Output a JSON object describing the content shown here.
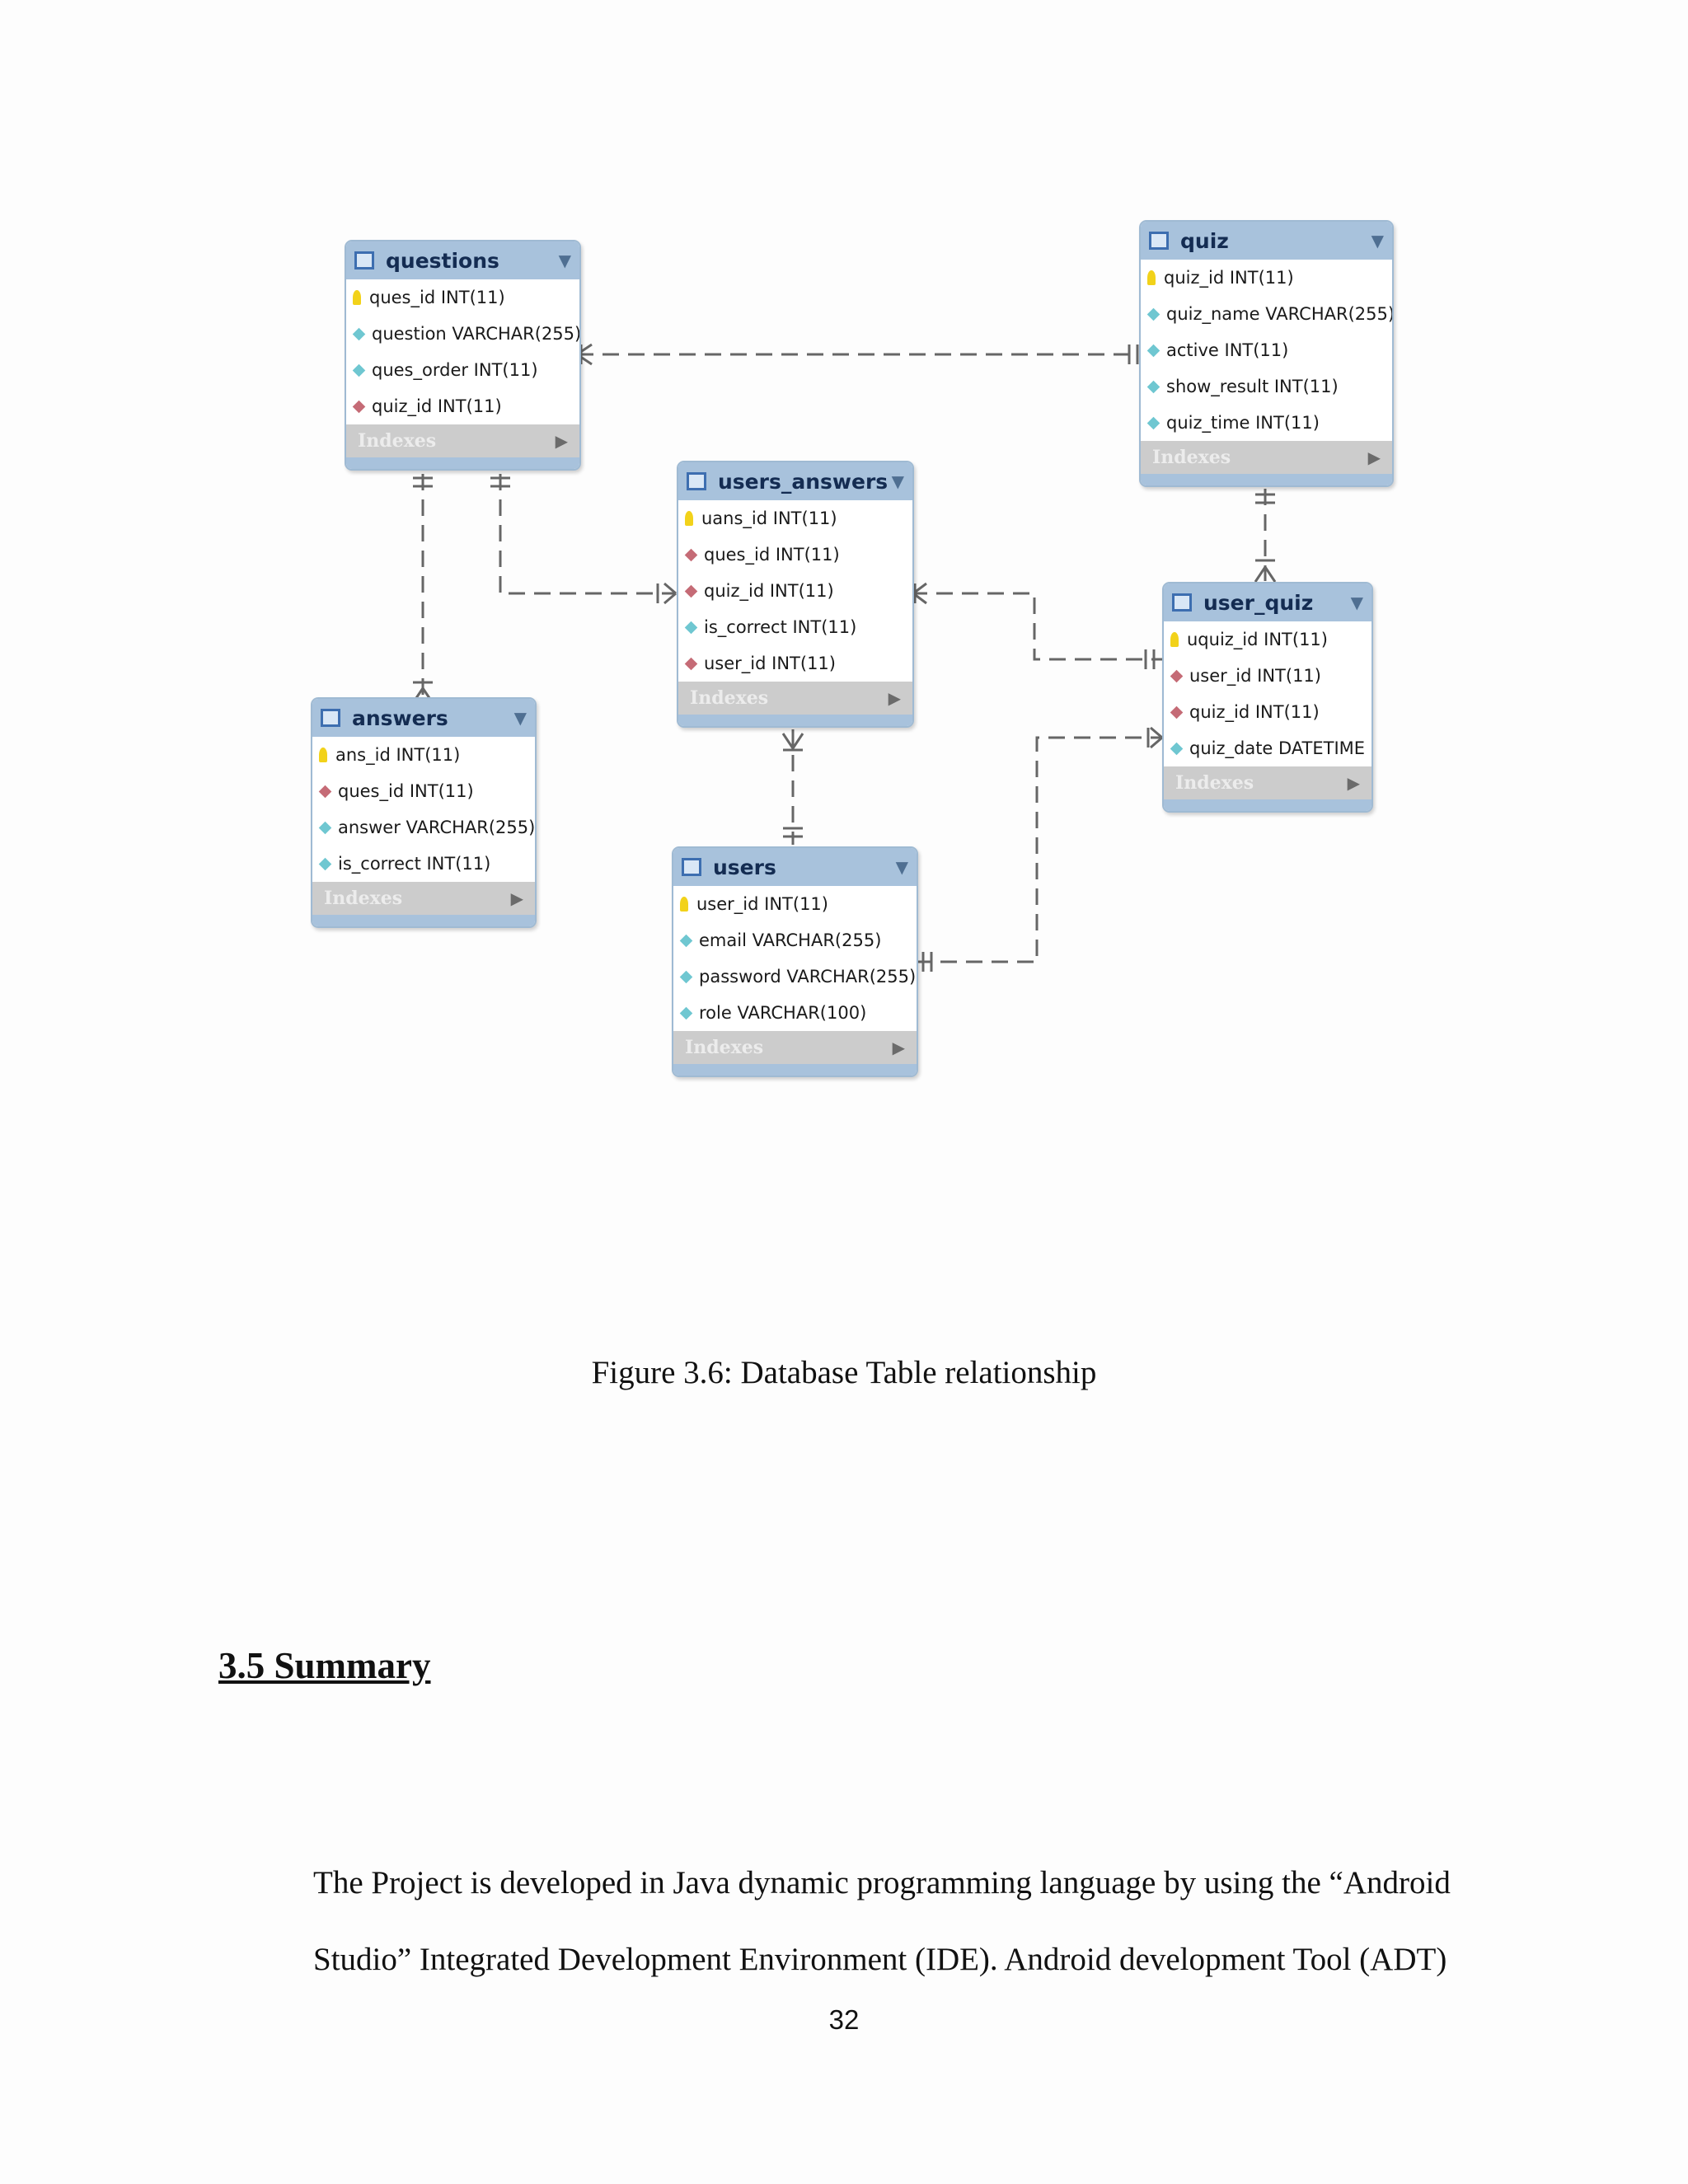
{
  "diagram": {
    "tables": [
      {
        "id": "questions",
        "name": "questions",
        "indexes_label": "Indexes",
        "columns": [
          {
            "icon": "primary-key-icon",
            "text": "ques_id INT(11)"
          },
          {
            "icon": "column-icon",
            "text": "question VARCHAR(255)"
          },
          {
            "icon": "column-icon",
            "text": "ques_order INT(11)"
          },
          {
            "icon": "foreign-key-icon",
            "text": "quiz_id INT(11)"
          }
        ]
      },
      {
        "id": "quiz",
        "name": "quiz",
        "indexes_label": "Indexes",
        "columns": [
          {
            "icon": "primary-key-icon",
            "text": "quiz_id INT(11)"
          },
          {
            "icon": "column-icon",
            "text": "quiz_name VARCHAR(255)"
          },
          {
            "icon": "column-icon",
            "text": "active INT(11)"
          },
          {
            "icon": "column-icon",
            "text": "show_result INT(11)"
          },
          {
            "icon": "column-icon",
            "text": "quiz_time INT(11)"
          }
        ]
      },
      {
        "id": "users_answers",
        "name": "users_answers",
        "indexes_label": "Indexes",
        "columns": [
          {
            "icon": "primary-key-icon",
            "text": "uans_id INT(11)"
          },
          {
            "icon": "foreign-key-icon",
            "text": "ques_id INT(11)"
          },
          {
            "icon": "foreign-key-icon",
            "text": "quiz_id INT(11)"
          },
          {
            "icon": "column-icon",
            "text": "is_correct INT(11)"
          },
          {
            "icon": "foreign-key-icon",
            "text": "user_id INT(11)"
          }
        ]
      },
      {
        "id": "user_quiz",
        "name": "user_quiz",
        "indexes_label": "Indexes",
        "columns": [
          {
            "icon": "primary-key-icon",
            "text": "uquiz_id INT(11)"
          },
          {
            "icon": "foreign-key-icon",
            "text": "user_id INT(11)"
          },
          {
            "icon": "foreign-key-icon",
            "text": "quiz_id INT(11)"
          },
          {
            "icon": "column-icon",
            "text": "quiz_date DATETIME"
          }
        ]
      },
      {
        "id": "answers",
        "name": "answers",
        "indexes_label": "Indexes",
        "columns": [
          {
            "icon": "primary-key-icon",
            "text": "ans_id INT(11)"
          },
          {
            "icon": "foreign-key-icon",
            "text": "ques_id INT(11)"
          },
          {
            "icon": "column-icon",
            "text": "answer VARCHAR(255)"
          },
          {
            "icon": "column-icon",
            "text": "is_correct INT(11)"
          }
        ]
      },
      {
        "id": "users",
        "name": "users",
        "indexes_label": "Indexes",
        "columns": [
          {
            "icon": "primary-key-icon",
            "text": "user_id INT(11)"
          },
          {
            "icon": "column-icon",
            "text": "email VARCHAR(255)"
          },
          {
            "icon": "column-icon",
            "text": "password VARCHAR(255)"
          },
          {
            "icon": "column-icon",
            "text": "role VARCHAR(100)"
          }
        ]
      }
    ],
    "relationships": [
      {
        "from": "quiz",
        "to": "questions",
        "type": "one-to-many"
      },
      {
        "from": "questions",
        "to": "answers",
        "type": "one-to-many"
      },
      {
        "from": "questions",
        "to": "users_answers",
        "type": "one-to-many"
      },
      {
        "from": "user_quiz",
        "to": "users_answers",
        "type": "one-to-many"
      },
      {
        "from": "quiz",
        "to": "user_quiz",
        "type": "one-to-many"
      },
      {
        "from": "users",
        "to": "users_answers",
        "type": "one-to-many"
      },
      {
        "from": "users",
        "to": "user_quiz",
        "type": "one-to-many"
      }
    ]
  },
  "caption": "Figure 3.6: Database Table relationship",
  "section_heading": "3.5 Summary",
  "paragraph_lines": [
    "The Project is developed in Java dynamic programming language by using the “Android",
    "Studio” Integrated Development Environment (IDE). Android development Tool (ADT)"
  ],
  "page_number": "32"
}
